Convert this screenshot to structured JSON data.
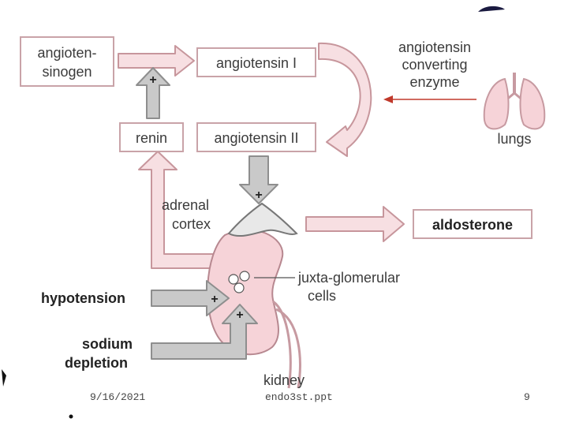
{
  "diagram": {
    "nodes": {
      "angiotensinogen_line1": "angioten-",
      "angiotensinogen_line2": "sinogen",
      "angiotensin1": "angiotensin I",
      "angiotensin2": "angiotensin II",
      "renin": "renin",
      "aldosterone": "aldosterone"
    },
    "labels": {
      "ace_line1": "angiotensin",
      "ace_line2": "converting",
      "ace_line3": "enzyme",
      "lungs": "lungs",
      "adrenal_line1": "adrenal",
      "adrenal_line2": "cortex",
      "jg_line1": "juxta-glomerular",
      "jg_line2": "cells",
      "hypotension": "hypotension",
      "sodium_line1": "sodium",
      "sodium_line2": "depletion",
      "kidney": "kidney",
      "plus": "+"
    },
    "colors": {
      "organ_fill": "#f6d3d8",
      "arrow_pink": "#f7dfe2",
      "arrow_gray": "#c9c9c9",
      "enzyme_arrow": "#c0392b"
    }
  },
  "footer": {
    "date": "9/16/2021",
    "filename": "endo3st.ppt",
    "page": "9"
  }
}
